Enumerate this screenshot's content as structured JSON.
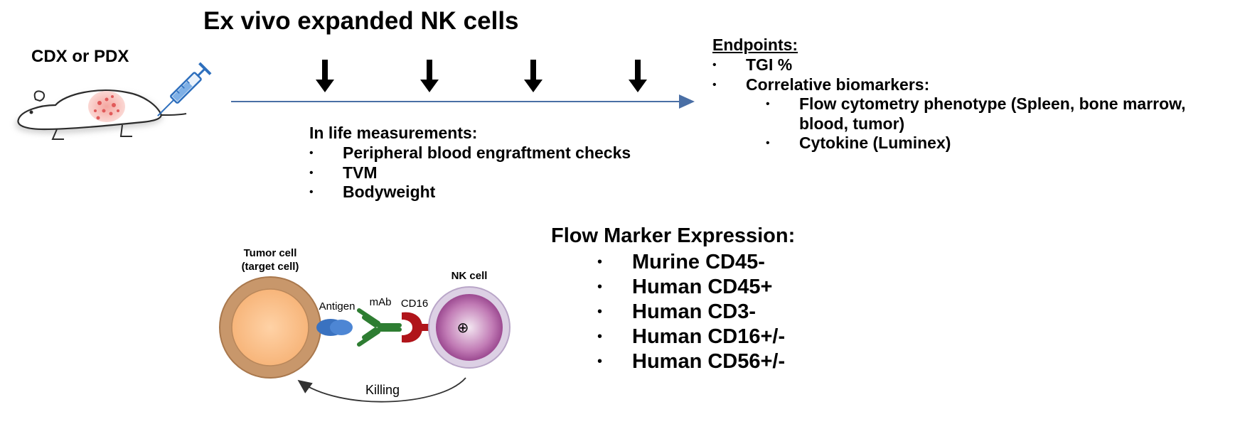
{
  "title": "Ex vivo expanded NK cells",
  "model_label": "CDX or PDX",
  "in_life": {
    "heading": "In life measurements:",
    "items": [
      "Peripheral blood engraftment checks",
      "TVM",
      "Bodyweight"
    ]
  },
  "endpoints": {
    "heading": "Endpoints:",
    "items": [
      {
        "text": "TGI %",
        "level": 1
      },
      {
        "text": "Correlative biomarkers:",
        "level": 1
      },
      {
        "text": "Flow cytometry phenotype (Spleen, bone marrow,",
        "level": 2,
        "bullet": true
      },
      {
        "text": "blood, tumor)",
        "level": 2,
        "bullet": false
      },
      {
        "text": "Cytokine (Luminex)",
        "level": 2,
        "bullet": true
      }
    ]
  },
  "flow_markers": {
    "heading": "Flow Marker Expression:",
    "items": [
      "Murine CD45-",
      "Human CD45+",
      "Human CD3-",
      "Human CD16+/-",
      "Human CD56+/-"
    ]
  },
  "mechanism": {
    "tumor_label_line1": "Tumor cell",
    "tumor_label_line2": "(target cell)",
    "nk_label": "NK cell",
    "antigen_label": "Antigen",
    "mab_label": "mAb",
    "cd16_label": "CD16",
    "killing_label": "Killing",
    "activation_symbol": "⊕"
  },
  "colors": {
    "timeline": "#4a6fa5",
    "syringe": "#2e6fbd",
    "tumor_outer": "#c8976b",
    "tumor_inner": "#fbc58f",
    "nk_outer": "#d8cbe0",
    "nk_inner": "#a9569c",
    "antigen": "#3a72c0",
    "antibody": "#2e7d32",
    "cd16": "#b0141a"
  }
}
